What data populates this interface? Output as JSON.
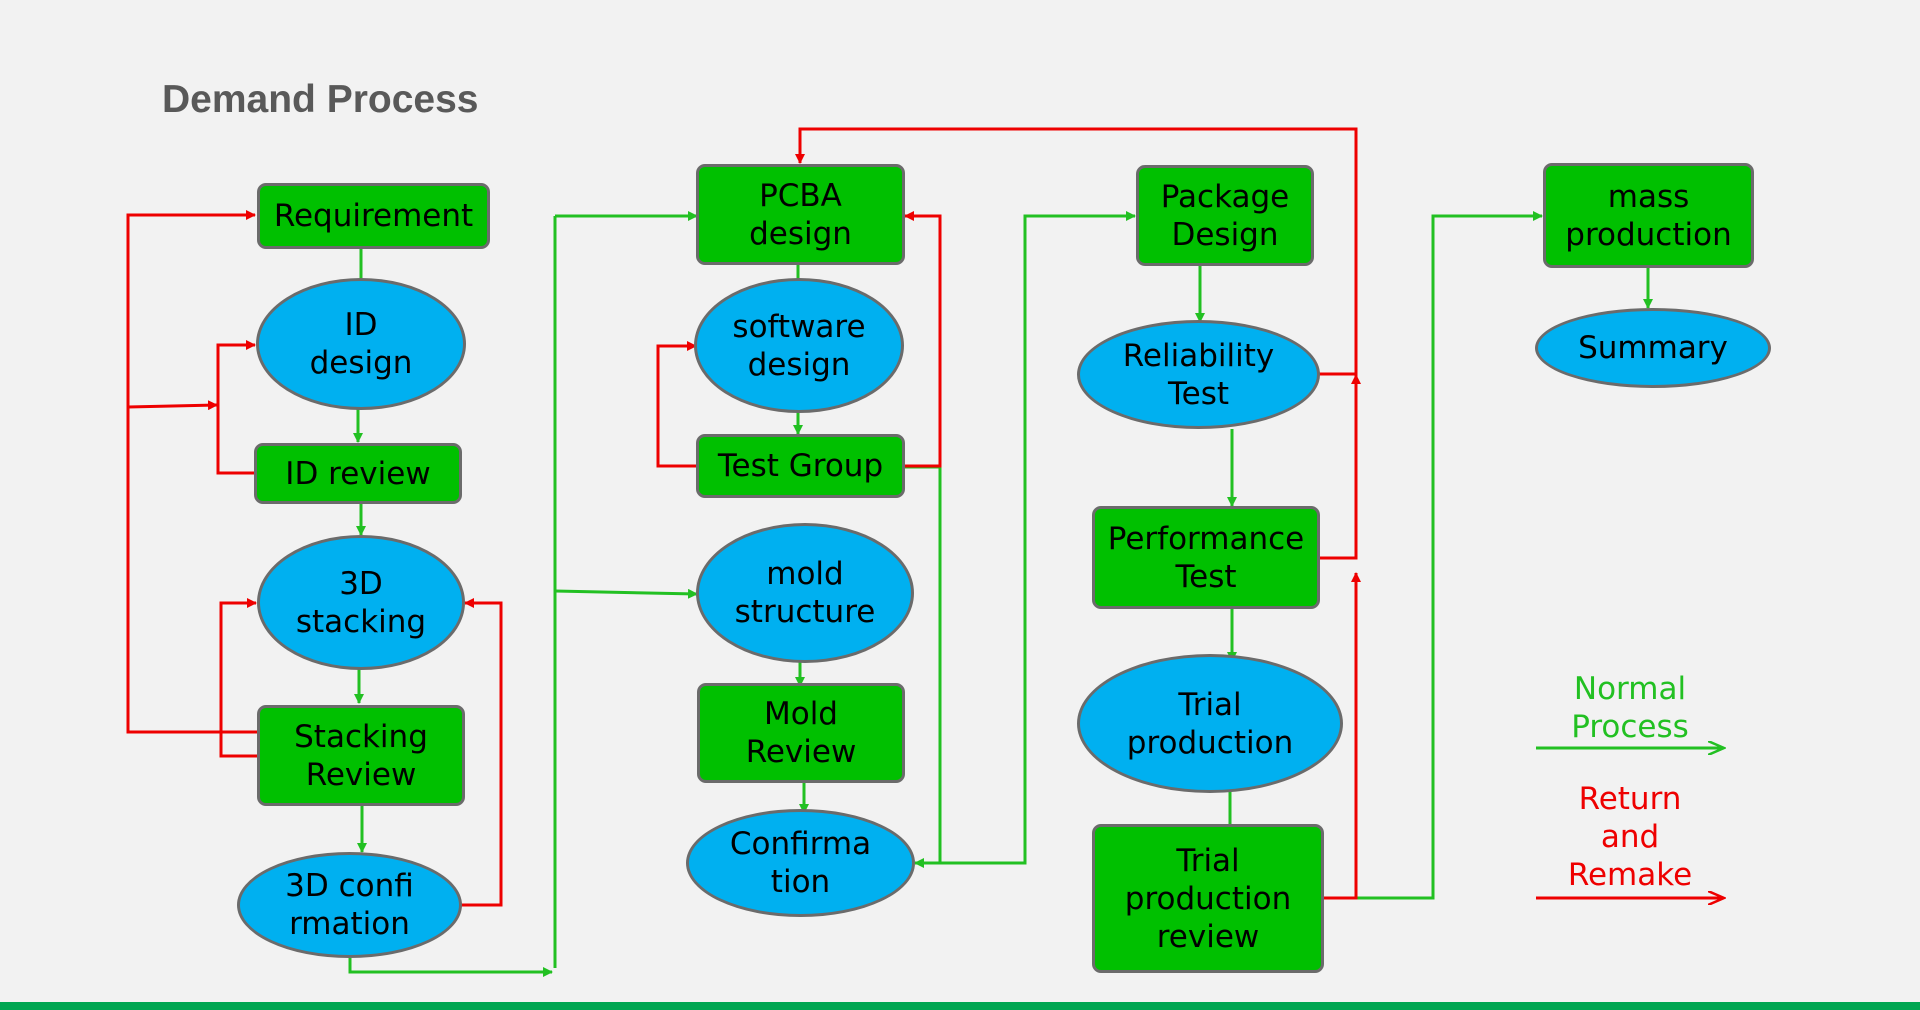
{
  "title": "Demand Process",
  "colors": {
    "normal": "#22c022",
    "return": "#ee0000",
    "box": "#00c000",
    "oval": "#00b0f0",
    "footer": "#00a651"
  },
  "nodes": {
    "requirement": "Requirement",
    "id_design": "ID design",
    "id_review": "ID review",
    "stacking_3d": "3D stacking",
    "stacking_review": "Stacking Review",
    "confirmation_3d": "3D confirmation",
    "pcba_design": "PCBA design",
    "software_design": "software design",
    "test_group": "Test Group",
    "mold_structure": "mold structure",
    "mold_review": "Mold Review",
    "confirmation": "Confirmation",
    "package_design": "Package Design",
    "reliability_test": "Reliability Test",
    "performance_test": "Performance Test",
    "trial_production": "Trial production",
    "trial_production_review": "Trial production review",
    "mass_production": "mass production",
    "summary": "Summary"
  },
  "legend": {
    "normal": "Normal Process",
    "return": "Return and Remake"
  }
}
